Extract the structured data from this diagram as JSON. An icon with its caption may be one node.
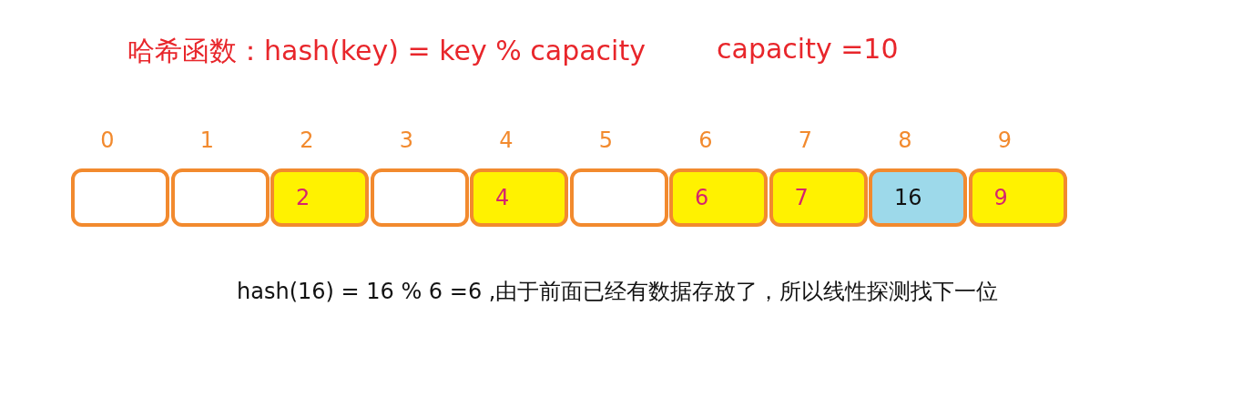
{
  "diagram": {
    "title": "哈希函数：hash(key) = key % capacity",
    "nodes": [
      {
        "text": [],
        "shape": "box",
        "beside": [
          "0"
        ]
      },
      {
        "text": [],
        "shape": "box",
        "beside": [
          "1"
        ]
      },
      {
        "text": [
          "2"
        ],
        "beside": [
          "2"
        ]
      },
      {
        "text": [],
        "shape": "box",
        "beside": [
          "3"
        ]
      },
      {
        "text": [
          "4"
        ],
        "beside": [
          "4"
        ]
      },
      {
        "text": [],
        "shape": "box",
        "beside": [
          "5"
        ]
      },
      {
        "text": [
          "6"
        ],
        "beside": [
          "6"
        ]
      },
      {
        "text": [
          "7"
        ],
        "beside": [
          "7"
        ]
      },
      {
        "text": [
          "16"
        ],
        "beside": [
          "8"
        ]
      },
      {
        "text": [
          "9"
        ],
        "beside": [
          "9"
        ]
      }
    ],
    "labels": [
      "capacity =10",
      "hash(16) = 16 % 6 =6 ,由于前面已经有数据存放了，所以线性探测找下一位"
    ]
  }
}
